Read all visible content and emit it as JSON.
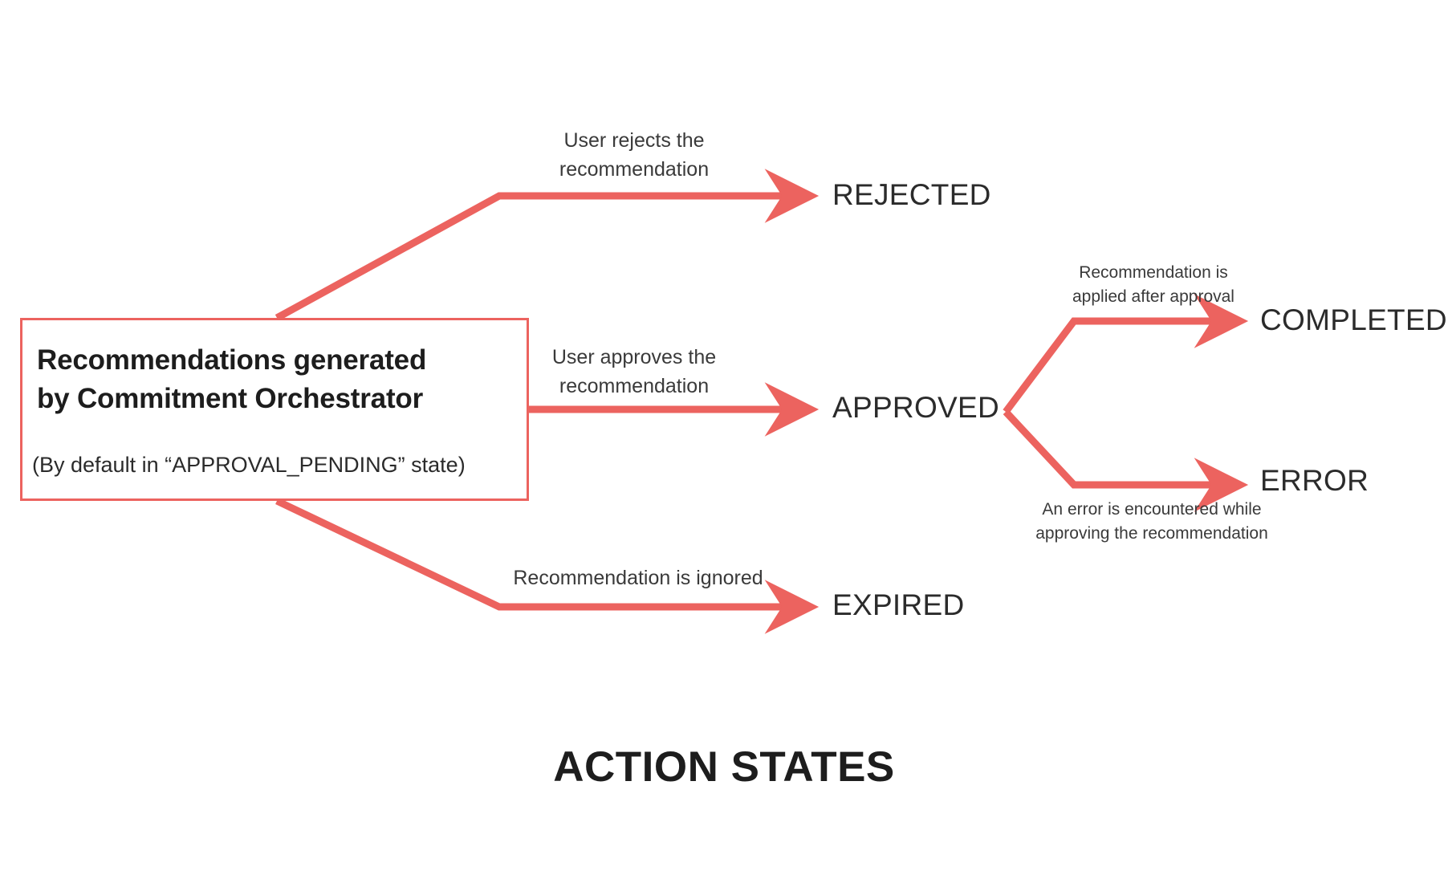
{
  "diagram": {
    "title": "ACTION STATES",
    "accent_color": "#ec635f",
    "text_color": "#2b2b2b",
    "background": "#ffffff",
    "type": "state-flow"
  },
  "source": {
    "title_line1": "Recommendations generated",
    "title_line2": "by Commitment Orchestrator",
    "subtitle": "(By default in “APPROVAL_PENDING” state)"
  },
  "states": {
    "rejected": "REJECTED",
    "approved": "APPROVED",
    "expired": "EXPIRED",
    "completed": "COMPLETED",
    "error": "ERROR"
  },
  "edges": {
    "to_rejected": "User rejects the\nrecommendation",
    "to_approved": "User approves the\nrecommendation",
    "to_expired": "Recommendation is ignored",
    "to_completed": "Recommendation is\napplied after approval",
    "to_error": "An error is encountered while\napproving the recommendation"
  },
  "transitions": [
    {
      "from": "Recommendations generated by Commitment Orchestrator",
      "to": "REJECTED",
      "label": "User rejects the recommendation"
    },
    {
      "from": "Recommendations generated by Commitment Orchestrator",
      "to": "APPROVED",
      "label": "User approves the recommendation"
    },
    {
      "from": "Recommendations generated by Commitment Orchestrator",
      "to": "EXPIRED",
      "label": "Recommendation is ignored"
    },
    {
      "from": "APPROVED",
      "to": "COMPLETED",
      "label": "Recommendation is applied after approval"
    },
    {
      "from": "APPROVED",
      "to": "ERROR",
      "label": "An error is encountered while approving the recommendation"
    }
  ]
}
